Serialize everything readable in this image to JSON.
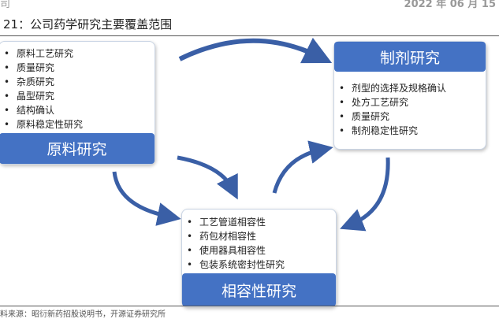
{
  "header": {
    "left": "司",
    "right": "2022 年 06 月 15"
  },
  "figure_title": "21：公司药学研究主要覆盖范围",
  "boxes": {
    "raw": {
      "title": "原料研究",
      "items": [
        "原料工艺研究",
        "质量研究",
        "杂质研究",
        "晶型研究",
        "结构确认",
        "原料稳定性研究"
      ]
    },
    "formulation": {
      "title": "制剂研究",
      "items": [
        "剂型的选择及规格确认",
        "处方工艺研究",
        "质量研究",
        "制剂稳定性研究"
      ]
    },
    "compat": {
      "title": "相容性研究",
      "items": [
        "工艺管道相容性",
        "药包材相容性",
        "使用器具相容性",
        "包装系统密封性研究"
      ]
    }
  },
  "source": "料来源：昭衍新药招股说明书，开源证券研究所"
}
